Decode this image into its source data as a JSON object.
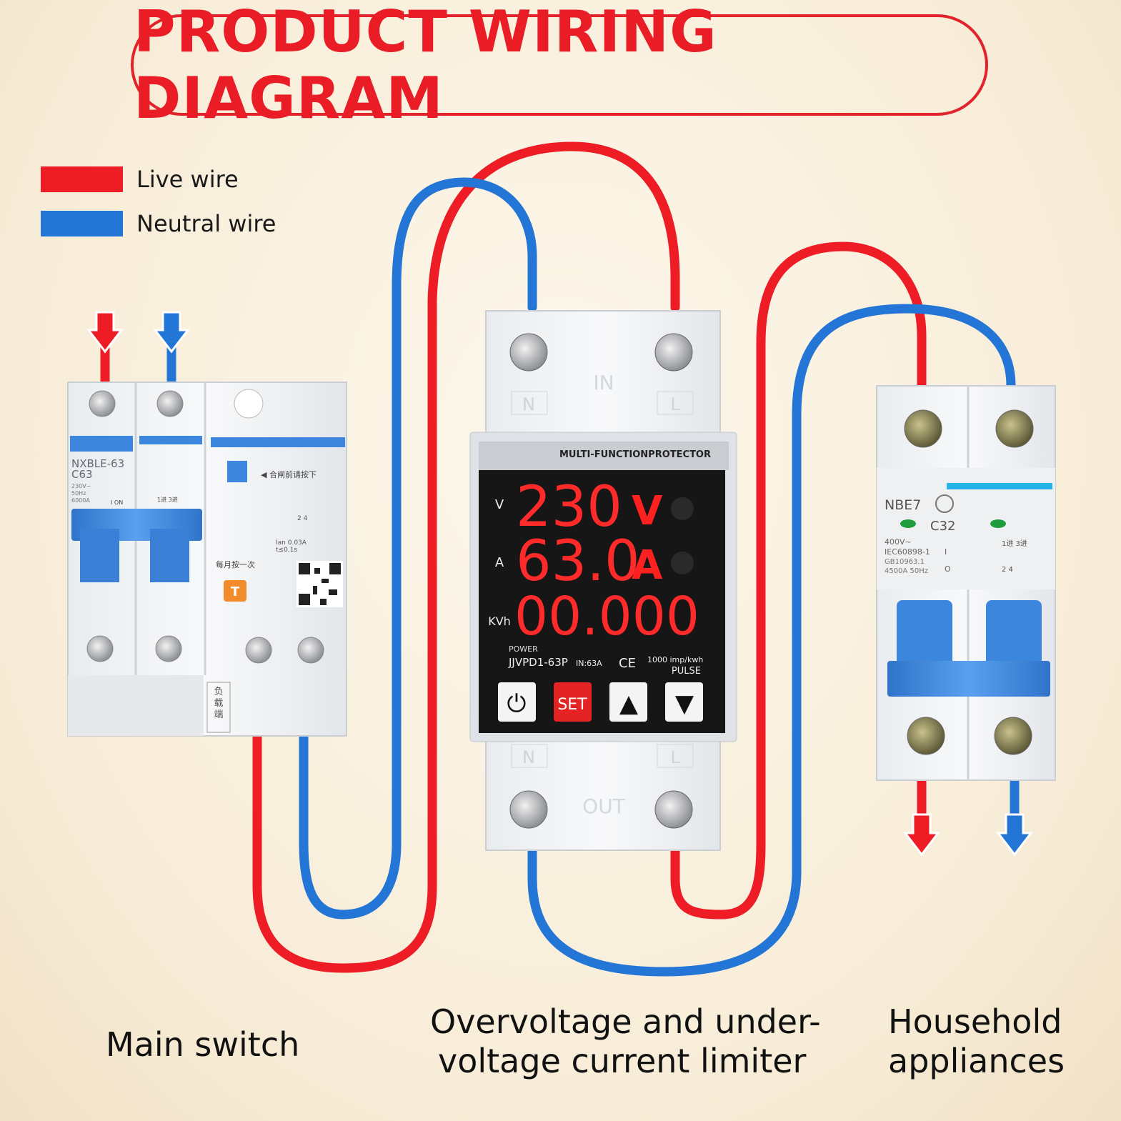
{
  "title": "PRODUCT WIRING DIAGRAM",
  "legend": [
    {
      "label": "Live wire",
      "color": "#ee1c25"
    },
    {
      "label": "Neutral wire",
      "color": "#2376d6"
    }
  ],
  "colors": {
    "live": "#ee1c25",
    "neutral": "#2376d6",
    "accent_red": "#ea1d26",
    "breaker_blue": "#3d86dd"
  },
  "main_switch": {
    "model": "NXBLE-63",
    "curve": "C63",
    "specs": [
      "230V~",
      "50Hz",
      "6000A"
    ],
    "on_label": "I ON",
    "poles_label": "1进 3进",
    "note_top": "◀ 合闸前请按下",
    "leak_rating": "Ian 0.03A",
    "leak_time": "t≤0.1s",
    "terminals_label": "2   4",
    "monthly_test": "每月按一次",
    "test_button": "T",
    "load_side": [
      "负",
      "载",
      "端"
    ]
  },
  "protector": {
    "header": "MULTI-FUNCTIONPROTECTOR",
    "in_label": "IN",
    "out_label": "OUT",
    "n_label": "N",
    "l_label": "L",
    "rows": [
      {
        "unit_label": "V",
        "value": "230",
        "unit": "V"
      },
      {
        "unit_label": "A",
        "value": "63.0",
        "unit": "A"
      },
      {
        "unit_label": "KVh",
        "value": "00.000",
        "unit": ""
      }
    ],
    "power_label": "POWER",
    "model": "JJVPD1-63P",
    "rating": "IN:63A",
    "ce_mark": "CE",
    "imp_label": "1000 imp/kwh",
    "pulse_label": "PULSE",
    "buttons": {
      "power": "⏻",
      "set": "SET",
      "up": "▲",
      "down": "▼"
    }
  },
  "appliance_breaker": {
    "model": "NBE7",
    "curve": "C32",
    "specs": [
      "400V~",
      "IEC60898-1",
      "GB10963.1",
      "4500A  50Hz"
    ],
    "io_label": "I",
    "o_label": "O",
    "poles_top": "1进 3进",
    "poles_bottom": "2   4"
  },
  "captions": {
    "main_switch": "Main switch",
    "limiter_line1": "Overvoltage and under-",
    "limiter_line2": "voltage current limiter",
    "household_line1": "Household",
    "household_line2": "appliances"
  }
}
